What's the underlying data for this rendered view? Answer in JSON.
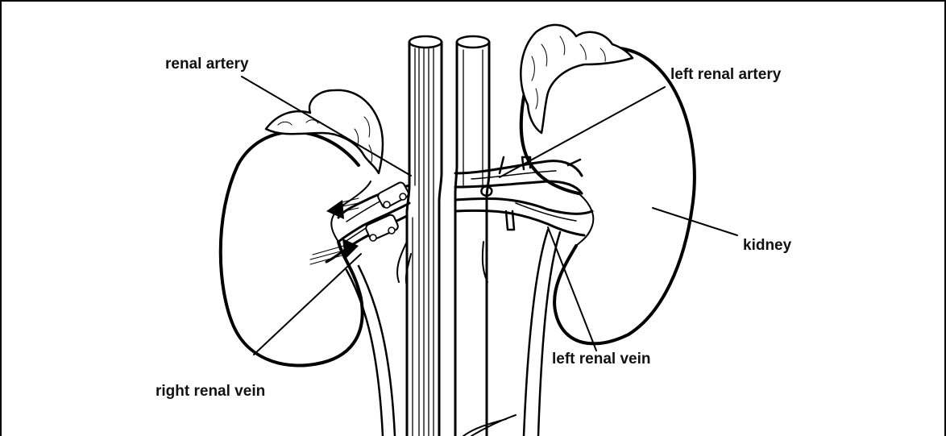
{
  "labels": {
    "renal_artery": "renal artery",
    "left_renal_artery": "left renal artery",
    "kidney": "kidney",
    "left_renal_vein": "left renal vein",
    "right_renal_vein": "right renal vein"
  },
  "colors": {
    "ink": "#000000",
    "background": "#ffffff"
  }
}
